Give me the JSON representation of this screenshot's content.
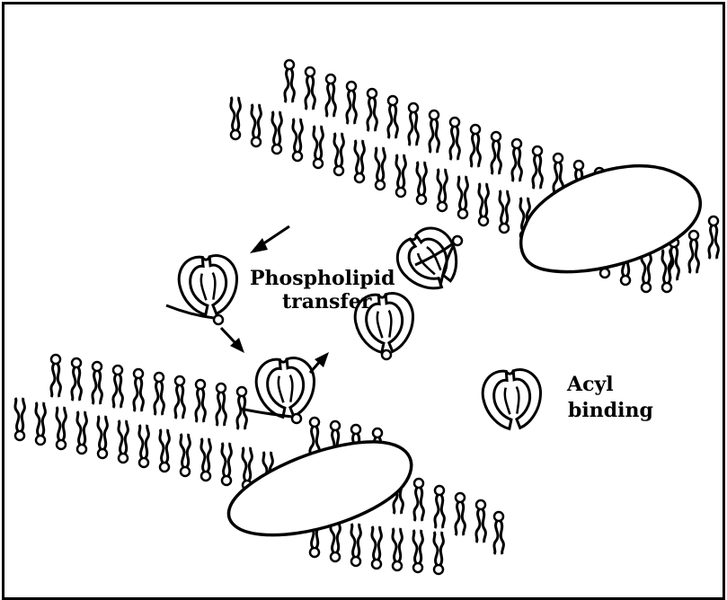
{
  "labels": {
    "phospholipid": "Phospholipid",
    "transfer": "transfer",
    "acyl": "Acyl",
    "binding": "binding"
  },
  "colors": {
    "ink": "#000000",
    "background": "#ffffff"
  }
}
